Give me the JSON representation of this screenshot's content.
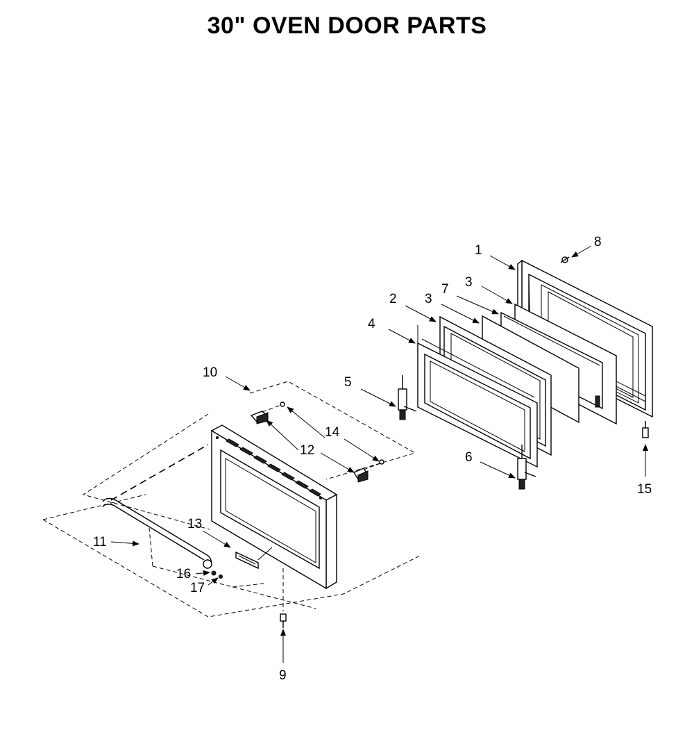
{
  "title": "30\" OVEN DOOR PARTS",
  "callouts": {
    "c1": "1",
    "c2": "2",
    "c3a": "3",
    "c3b": "3",
    "c4": "4",
    "c5": "5",
    "c6": "6",
    "c7": "7",
    "c8": "8",
    "c9": "9",
    "c10": "10",
    "c11": "11",
    "c12": "12",
    "c13": "13",
    "c14": "14",
    "c15": "15",
    "c16": "16",
    "c17": "17"
  }
}
